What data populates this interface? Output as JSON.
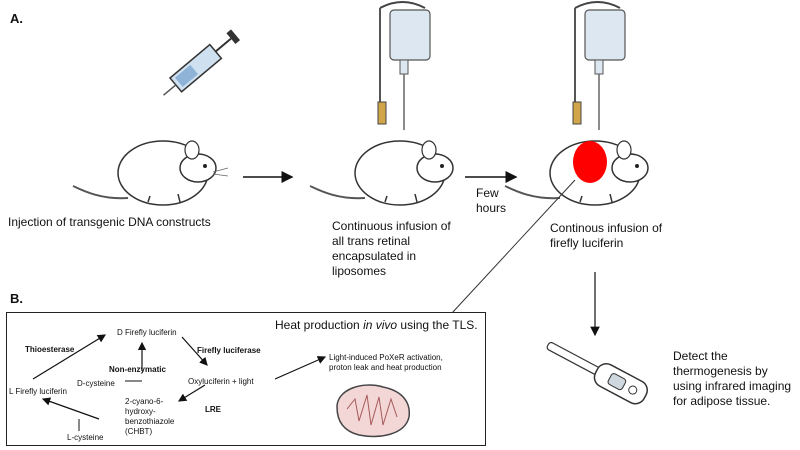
{
  "panel_a": {
    "label": "A.",
    "step1_caption": "Injection of transgenic DNA constructs",
    "step2_caption": [
      "Continuous infusion of",
      "all trans retinal",
      "encapsulated in",
      "liposomes"
    ],
    "time_label": [
      "Few",
      "hours"
    ],
    "step3_caption": [
      "Continous infusion of",
      "firefly luciferin"
    ],
    "detect_caption": [
      "Detect the",
      "thermogenesis by",
      "using infrared imaging",
      "for adipose tissue."
    ]
  },
  "panel_b": {
    "label": "B.",
    "title_prefix": "Heat production ",
    "title_italic": "in vivo",
    "title_suffix": " using the TLS.",
    "d_luciferin": "D Firefly luciferin",
    "l_luciferin": "L Firefly luciferin",
    "thioesterase": "Thioesterase",
    "non_enzymatic": "Non-enzymatic",
    "firefly_luciferase": "Firefly luciferase",
    "d_cysteine": "D-cysteine",
    "oxyluciferin": "Oxyluciferin + light",
    "chbt": [
      "2-cyano-6-",
      "hydroxy-",
      "benzothiazole",
      "(CHBT)"
    ],
    "lre": "LRE",
    "l_cysteine": "L-cysteine",
    "light_induced": [
      "Light-induced PoXeR activation,",
      "proton leak and heat production"
    ]
  },
  "colors": {
    "signal": "#ff0000",
    "mito_fill": "#f3d6d6",
    "bag_fill": "#dde7f1"
  }
}
